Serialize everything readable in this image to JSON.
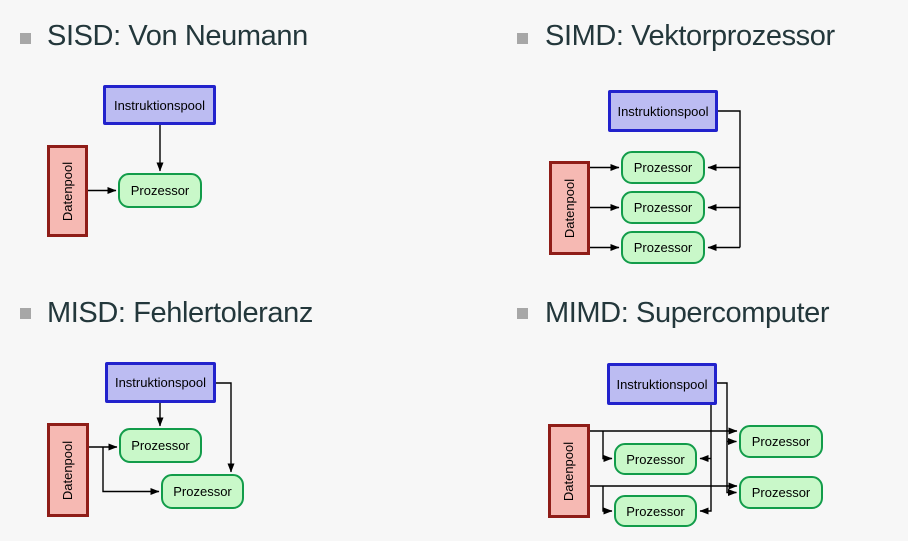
{
  "colors": {
    "background": "#f7f7f7",
    "heading_text": "#23373b",
    "bullet": "#a7a7a7",
    "instruction_fill": "#bcbcf2",
    "instruction_border": "#2222cc",
    "data_fill": "#f6b9b3",
    "data_border": "#8f1d18",
    "processor_fill": "#c9f8c9",
    "processor_border": "#129c4a",
    "box_text": "#000000",
    "wire": "#000000"
  },
  "sections": {
    "sisd": {
      "title": "SISD: Von Neumann",
      "instruction_pool": "Instruktionspool",
      "data_pool": "Datenpool",
      "processors": [
        "Prozessor"
      ]
    },
    "simd": {
      "title": "SIMD: Vektorprozessor",
      "instruction_pool": "Instruktionspool",
      "data_pool": "Datenpool",
      "processors": [
        "Prozessor",
        "Prozessor",
        "Prozessor"
      ]
    },
    "misd": {
      "title": "MISD: Fehlertoleranz",
      "instruction_pool": "Instruktionspool",
      "data_pool": "Datenpool",
      "processors": [
        "Prozessor",
        "Prozessor"
      ]
    },
    "mimd": {
      "title": "MIMD: Supercomputer",
      "instruction_pool": "Instruktionspool",
      "data_pool": "Datenpool",
      "processors": [
        "Prozessor",
        "Prozessor",
        "Prozessor",
        "Prozessor"
      ]
    }
  }
}
